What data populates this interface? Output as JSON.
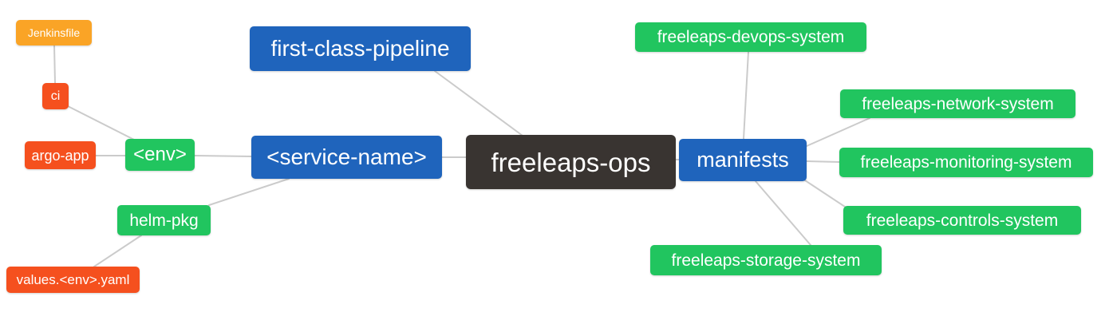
{
  "diagram": {
    "type": "mindmap",
    "root": "freeleaps_ops",
    "colors": {
      "branch_blue": "#1F64BC",
      "leaf_green": "#21C55F",
      "leaf_red": "#F5501E",
      "leaf_orange": "#FAA426",
      "root_dark": "#393431",
      "edge_gray": "#CBCBCB",
      "node_text": "#FFFFFF",
      "background": "#FFFFFF"
    },
    "nodes": {
      "jenkinsfile": {
        "label": "Jenkinsfile",
        "color": "#FAA426"
      },
      "ci": {
        "label": "ci",
        "color": "#F5501E"
      },
      "argo_app": {
        "label": "argo-app",
        "color": "#F5501E"
      },
      "env": {
        "label": "<env>",
        "color": "#21C55F"
      },
      "helm_pkg": {
        "label": "helm-pkg",
        "color": "#21C55F"
      },
      "values_yaml": {
        "label": "values.<env>.yaml",
        "color": "#F5501E"
      },
      "first_class": {
        "label": "first-class-pipeline",
        "color": "#1F64BC"
      },
      "service_name": {
        "label": "<service-name>",
        "color": "#1F64BC"
      },
      "freeleaps_ops": {
        "label": "freeleaps-ops",
        "color": "#393431"
      },
      "manifests": {
        "label": "manifests",
        "color": "#1F64BC"
      },
      "devops_system": {
        "label": "freeleaps-devops-system",
        "color": "#21C55F"
      },
      "network_system": {
        "label": "freeleaps-network-system",
        "color": "#21C55F"
      },
      "monitoring_system": {
        "label": "freeleaps-monitoring-system",
        "color": "#21C55F"
      },
      "controls_system": {
        "label": "freeleaps-controls-system",
        "color": "#21C55F"
      },
      "storage_system": {
        "label": "freeleaps-storage-system",
        "color": "#21C55F"
      }
    },
    "edges": [
      {
        "from": "ci",
        "to": "jenkinsfile"
      },
      {
        "from": "env",
        "to": "ci"
      },
      {
        "from": "env",
        "to": "argo_app"
      },
      {
        "from": "service_name",
        "to": "env"
      },
      {
        "from": "service_name",
        "to": "helm_pkg"
      },
      {
        "from": "helm_pkg",
        "to": "values_yaml"
      },
      {
        "from": "freeleaps_ops",
        "to": "first_class"
      },
      {
        "from": "freeleaps_ops",
        "to": "service_name"
      },
      {
        "from": "freeleaps_ops",
        "to": "manifests"
      },
      {
        "from": "manifests",
        "to": "devops_system"
      },
      {
        "from": "manifests",
        "to": "network_system"
      },
      {
        "from": "manifests",
        "to": "monitoring_system"
      },
      {
        "from": "manifests",
        "to": "controls_system"
      },
      {
        "from": "manifests",
        "to": "storage_system"
      }
    ]
  }
}
